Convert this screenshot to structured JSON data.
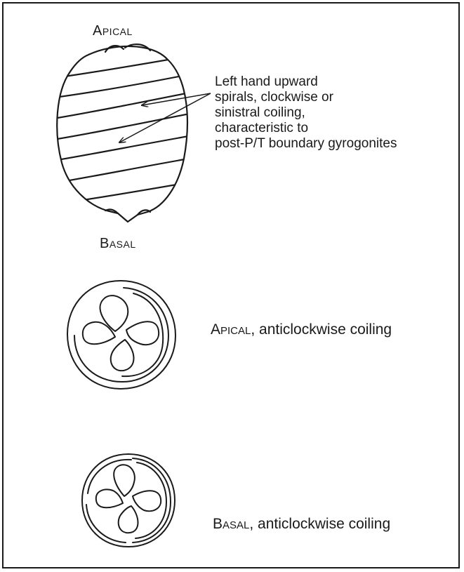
{
  "labels": {
    "apical_top": "Apical",
    "basal_bottom": "Basal"
  },
  "description": {
    "line1": "Left hand upward",
    "line2": "spirals, clockwise or",
    "line3": "sinistral coiling,",
    "line4": "characteristic to",
    "line5": "post-P/T boundary gyrogonites"
  },
  "captions": {
    "apical_view": {
      "term": "Apical",
      "text": ", anticlockwise coiling"
    },
    "basal_view": {
      "term": "Basal",
      "text": ", anticlockwise coiling"
    }
  }
}
